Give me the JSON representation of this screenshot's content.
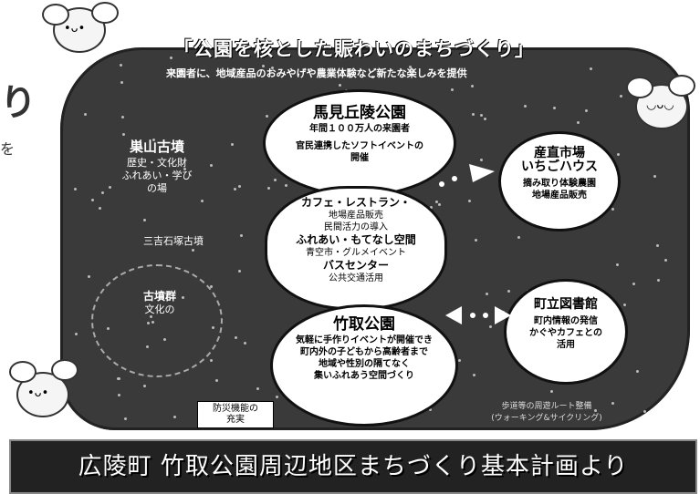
{
  "title": "「公園を核とした賑わいのまちづくり」",
  "subtitle": "来園者に、地域産品のおみやげや農業体験など新たな楽しみを提供",
  "edge_text": {
    "char": "り",
    "mark": "を"
  },
  "nodes": {
    "mami": {
      "title": "馬見丘陵公園",
      "l1": "年間１００万人の来園者",
      "l2": "官民連携したソフトイベントの",
      "l3": "開催"
    },
    "center": {
      "a": "カフェ・レストラン・",
      "a1": "地場産品販売",
      "a2": "民間活力の導入",
      "b": "ふれあい・もてなし空間",
      "b1": "青空市・グルメイベント",
      "c": "バスセンター",
      "c1": "公共交通活用"
    },
    "taketori": {
      "title": "竹取公園",
      "l1": "気軽に手作りイベントが開催でき",
      "l2": "町内外の子どもから高齢者まで",
      "l3": "地域や性別の隔てなく",
      "l4": "集いふれあう空間づくり"
    },
    "market": {
      "title1": "産直市場",
      "title2": "いちごハウス",
      "l1": "摘み取り体験農園",
      "l2": "地場産品販売"
    },
    "library": {
      "title": "町立図書館",
      "l1": "町内情報の発信",
      "l2": "かぐやカフェとの",
      "l3": "活用"
    },
    "left_top": {
      "title": "巣山古墳",
      "l1": "歴史・文化財",
      "l2": "ふれあい・学び",
      "l3": "の場"
    },
    "left_mid": {
      "l1": "三吉石塚古墳"
    },
    "left_low": {
      "l1": "古墳群",
      "l2": "文化の"
    },
    "bosai": {
      "l1": "防災機能の",
      "l2": "充実"
    },
    "route": {
      "l1": "歩道等の周遊ルート整備",
      "l2": "(ウォーキング&サイクリング)"
    }
  },
  "footer": "広陵町 竹取公園周辺地区まちづくり基本計画より"
}
